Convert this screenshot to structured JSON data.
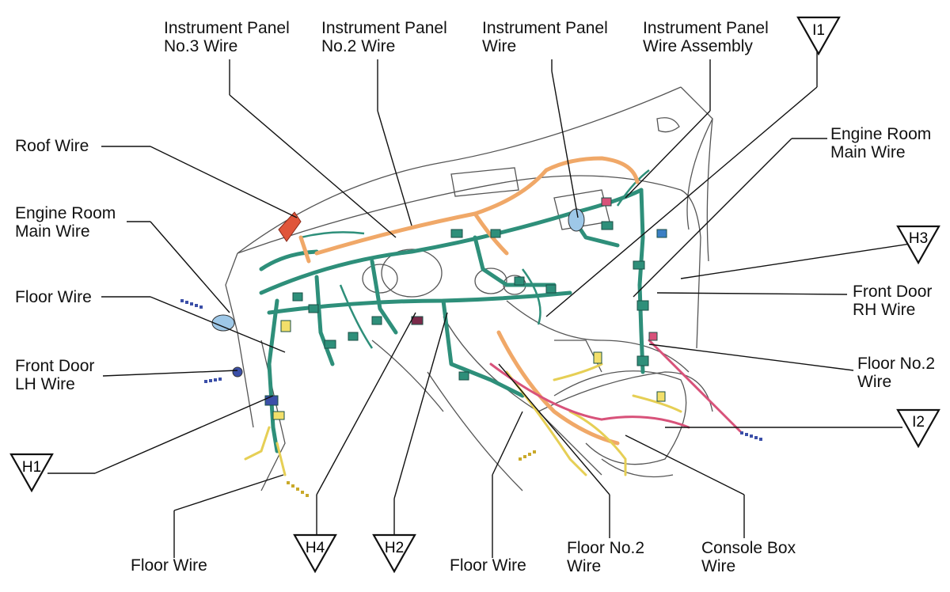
{
  "diagram": {
    "labels": {
      "ip3": "Instrument Panel\nNo.3 Wire",
      "ip2": "Instrument Panel\nNo.2 Wire",
      "ip": "Instrument Panel\nWire",
      "ipa": "Instrument Panel\nWire Assembly",
      "roof": "Roof Wire",
      "erm_left": "Engine Room\nMain Wire",
      "floor_left": "Floor Wire",
      "fdlh": "Front Door\nLH Wire",
      "floor_bottom_left": "Floor Wire",
      "floor_bottom_mid": "Floor Wire",
      "floor2_bottom": "Floor No.2\nWire",
      "console": "Console Box\nWire",
      "erm_right": "Engine Room\nMain Wire",
      "fdrh": "Front Door\nRH Wire",
      "floor2_right": "Floor No.2\nWire"
    },
    "connectors": {
      "i1": "I1",
      "h3": "H3",
      "i2": "I2",
      "h1": "H1",
      "h4": "H4",
      "h2": "H2"
    },
    "colors": {
      "harness_green": "#2e8f7a",
      "harness_orange": "#f0a868",
      "harness_yellow": "#f2df6a",
      "harness_pink": "#d8527a",
      "connector_blue": "#3b4fa8",
      "outline": "#222222"
    }
  }
}
